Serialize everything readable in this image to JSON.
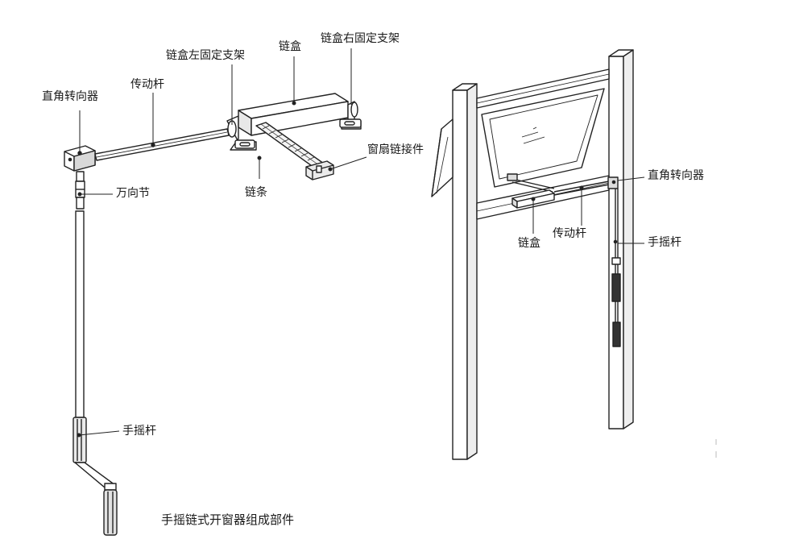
{
  "labels": {
    "corner_gearbox": "直角转向器",
    "drive_rod": "传动杆",
    "chain_box_left_bracket": "链盒左固定支架",
    "chain_box": "链盒",
    "chain_box_right_bracket": "链盒右固定支架",
    "sash_chain_connector": "窗扇链接件",
    "chain": "链条",
    "universal_joint": "万向节",
    "hand_crank": "手摇杆",
    "caption": "手摇链式开窗器组成部件",
    "r_corner_gearbox": "直角转向器",
    "r_hand_crank": "手摇杆",
    "r_chain_box": "链盒",
    "r_drive_rod": "传动杆"
  },
  "colors": {
    "line": "#222222",
    "fill": "#ffffff",
    "shade": "#e6e6e6",
    "dark": "#555555"
  }
}
